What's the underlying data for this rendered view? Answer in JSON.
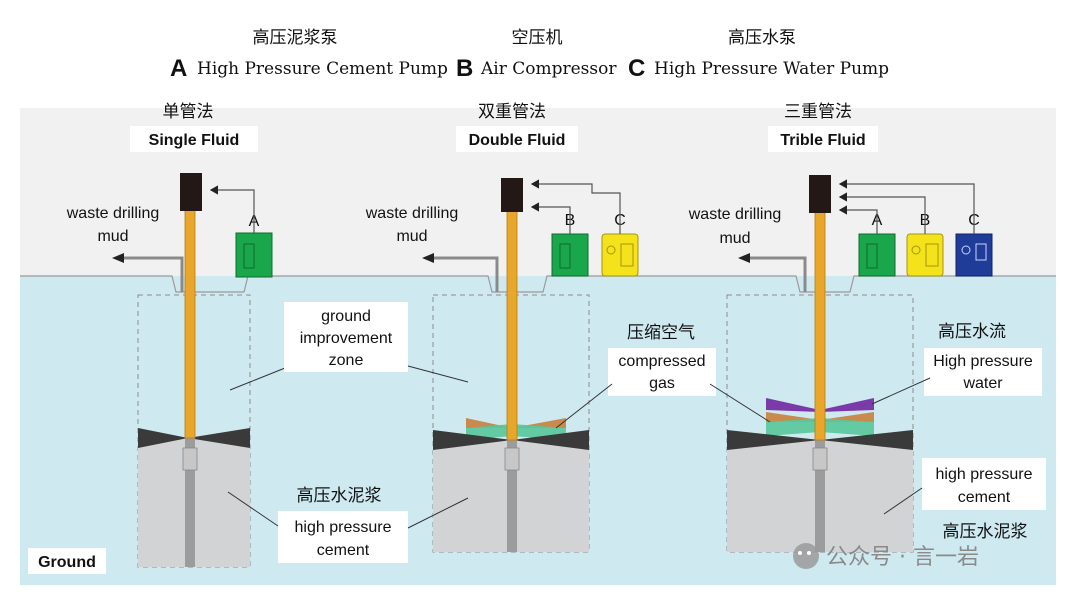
{
  "equipment_header": {
    "a": {
      "zh": "高压泥浆泵",
      "letter": "A",
      "en": "High Pressure Cement Pump"
    },
    "b": {
      "zh": "空压机",
      "letter": "B",
      "en": "Air Compressor"
    },
    "c": {
      "zh": "高压水泵",
      "letter": "C",
      "en": "High Pressure Water Pump"
    }
  },
  "methods": {
    "single": {
      "zh": "单管法",
      "en": "Single Fluid",
      "pump_labels": [
        "A"
      ]
    },
    "double": {
      "zh": "双重管法",
      "en": "Double Fluid",
      "pump_labels": [
        "B",
        "C"
      ]
    },
    "triple": {
      "zh": "三重管法",
      "en": "Trible Fluid",
      "pump_labels": [
        "A",
        "B",
        "C"
      ]
    }
  },
  "labels": {
    "waste_mud": [
      "waste drilling",
      "mud"
    ],
    "ground_zone": [
      "ground",
      "improvement",
      "zone"
    ],
    "compressed_gas": {
      "zh": "压缩空气",
      "en": [
        "compressed",
        "gas"
      ]
    },
    "hp_water": {
      "zh": "高压水流",
      "en": [
        "High pressure",
        "water"
      ]
    },
    "hp_cement_mid": {
      "zh": "高压水泥浆",
      "en": [
        "high pressure",
        "cement"
      ]
    },
    "hp_cement_right": {
      "zh": "高压水泥浆",
      "en": [
        "high pressure",
        "cement"
      ]
    },
    "ground": "Ground"
  },
  "watermark": "公众号 · 言一岩",
  "colors": {
    "ground": "#cfe9f1",
    "sky": "#f1f1f1",
    "rod": "#e8a72a",
    "head": "#231815",
    "pump_a": "#1aa64a",
    "pump_b": "#f4e21b",
    "pump_c": "#1f3c99",
    "column": "#d2d3d4",
    "cone": "#3a3a3a",
    "gas_green": "#58c79a",
    "gas_orange": "#c98a4e",
    "water_purple": "#7a3aa8"
  }
}
